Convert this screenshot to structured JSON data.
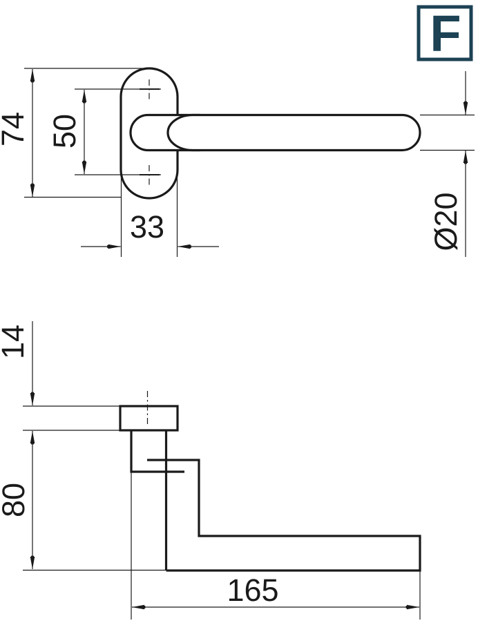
{
  "logo": {
    "letter": "F",
    "color": "#1c4254"
  },
  "colors": {
    "line": "#1a1a1a",
    "background": "#ffffff"
  },
  "views": {
    "top_view": {
      "description": "door lever handle with oval rose, plan view",
      "dims": {
        "rose_height": "74",
        "hole_spacing": "50",
        "rose_width": "33",
        "grip_diameter": "Ø20"
      }
    },
    "side_view": {
      "description": "door lever handle, side profile",
      "dims": {
        "rose_thickness": "14",
        "projection": "80",
        "grip_length": "165"
      }
    }
  }
}
